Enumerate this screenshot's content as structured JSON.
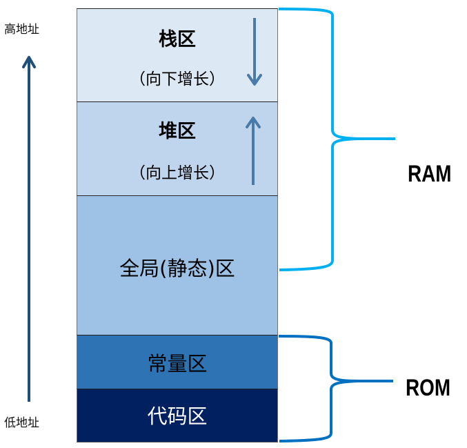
{
  "address_axis": {
    "high_label": "高地址",
    "low_label": "低地址",
    "direction": "up",
    "arrow_color": "#1f4e79"
  },
  "regions": [
    {
      "id": "stack",
      "title": "栈区",
      "subtitle": "（向下增长）",
      "growth": "down",
      "fill": "#dde8f5",
      "text_color": "#000000"
    },
    {
      "id": "heap",
      "title": "堆区",
      "subtitle": "（向上增长）",
      "growth": "up",
      "fill": "#bfd5ed",
      "text_color": "#000000"
    },
    {
      "id": "global",
      "title": "全局(静态)区",
      "fill": "#9dc2e5",
      "text_color": "#000000"
    },
    {
      "id": "const",
      "title": "常量区",
      "fill": "#2e74b5",
      "text_color": "#000000"
    },
    {
      "id": "code",
      "title": "代码区",
      "fill": "#002060",
      "text_color": "#ffffff"
    }
  ],
  "growth_arrow_color": "#4a7aa7",
  "groups": [
    {
      "label": "RAM",
      "covers": [
        "stack",
        "heap",
        "global"
      ],
      "brace_color": "#00b0f0"
    },
    {
      "label": "ROM",
      "covers": [
        "const",
        "code"
      ],
      "brace_color": "#0070c0"
    }
  ]
}
